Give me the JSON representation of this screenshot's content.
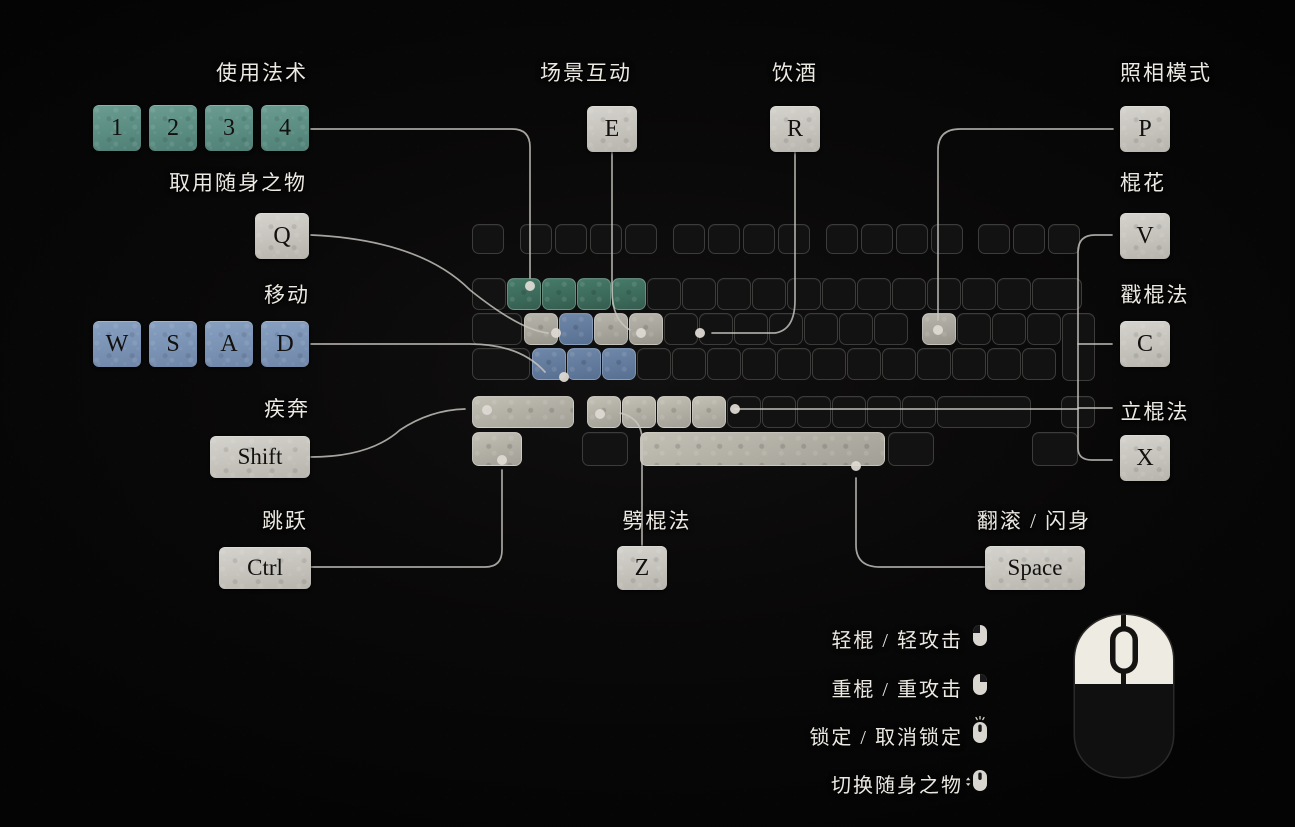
{
  "meta": {
    "title": "Keyboard & Mouse Control Scheme",
    "theme_bg": "#060606",
    "accent_teal": "#5d9287",
    "accent_blue": "#7b92b5",
    "accent_stone": "#c6c4bd"
  },
  "left_column": {
    "spell_label": "使用法术",
    "spell_keys": [
      "1",
      "2",
      "3",
      "4"
    ],
    "consumable_label": "取用随身之物",
    "consumable_key": "Q",
    "move_label": "移动",
    "move_keys": [
      "W",
      "S",
      "A",
      "D"
    ],
    "sprint_label": "疾奔",
    "sprint_key": "Shift",
    "jump_label": "跳跃",
    "jump_key": "Ctrl"
  },
  "top_center": {
    "interact_label": "场景互动",
    "interact_key": "E",
    "drink_label": "饮酒",
    "drink_key": "R"
  },
  "bottom_center": {
    "chop_label": "劈棍法",
    "chop_key": "Z"
  },
  "bottom_right": {
    "dodge_label": "翻滚 / 闪身",
    "dodge_key": "Space"
  },
  "right_column": {
    "photo_label": "照相模式",
    "photo_key": "P",
    "flourish_label": "棍花",
    "flourish_key": "V",
    "poke_label": "戳棍法",
    "poke_key": "C",
    "pillar_label": "立棍法",
    "pillar_key": "X"
  },
  "mouse": {
    "rows": [
      {
        "label": "轻棍 / 轻攻击",
        "icon": "mouse-left-click-icon"
      },
      {
        "label": "重棍 / 重攻击",
        "icon": "mouse-right-click-icon"
      },
      {
        "label": "锁定 / 取消锁定",
        "icon": "mouse-middle-click-icon"
      },
      {
        "label": "切换随身之物",
        "icon": "mouse-scroll-icon"
      }
    ],
    "device_icon": "computer-mouse-illustration"
  },
  "keyboard": {
    "note": "full-size keyboard silhouette with highlighted keycaps",
    "highlighted": {
      "green": [
        "1",
        "2",
        "3",
        "4"
      ],
      "blue": [
        "W",
        "A",
        "S",
        "D"
      ],
      "stone": [
        "Q",
        "E",
        "R",
        "P",
        "V",
        "C",
        "X",
        "Z",
        "Shift",
        "Ctrl",
        "Space"
      ]
    }
  }
}
